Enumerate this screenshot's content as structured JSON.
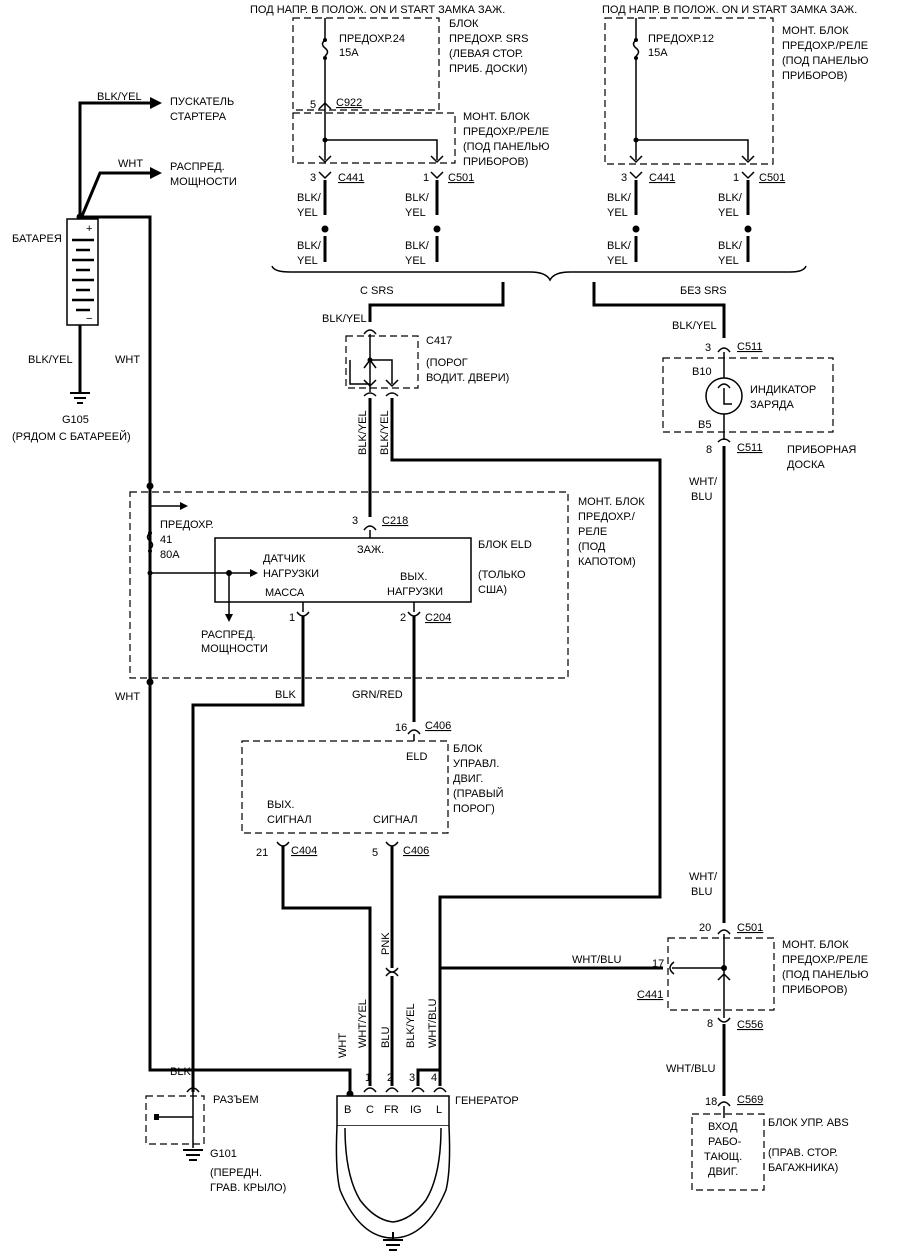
{
  "top": {
    "supply_left": "ПОД НАПР. В ПОЛОЖ. ON И START ЗАМКА ЗАЖ.",
    "supply_right": "ПОД НАПР. В ПОЛОЖ. ON И START ЗАМКА ЗАЖ."
  },
  "srs_box": {
    "line1": "БЛОК",
    "line2": "ПРЕДОХР. SRS",
    "line3": "(ЛЕВАЯ СТОР.",
    "line4": "ПРИБ. ДОСКИ)",
    "fuse_name": "ПРЕДОХР.24",
    "fuse_amp": "15A",
    "pin": "5",
    "connector": "C922"
  },
  "dash_box_left": {
    "line1": "МОНТ. БЛОК",
    "line2": "ПРЕДОХР./РЕЛЕ",
    "line3": "(ПОД ПАНЕЛЬЮ",
    "line4": "ПРИБОРОВ)"
  },
  "dash_box_right": {
    "line1": "МОНТ. БЛОК",
    "line2": "ПРЕДОХР./РЕЛЕ",
    "line3": "(ПОД ПАНЕЛЬЮ",
    "line4": "ПРИБОРОВ)",
    "fuse_name": "ПРЕДОХР.12",
    "fuse_amp": "15A"
  },
  "top_connectors": {
    "left_a_pin": "3",
    "left_a_conn": "C441",
    "left_b_pin": "1",
    "left_b_conn": "C501",
    "right_a_pin": "3",
    "right_a_conn": "C441",
    "right_b_pin": "1",
    "right_b_conn": "C501"
  },
  "wire_labels": {
    "blk": "BLK/",
    "yel": "YEL",
    "blk_yel": "BLK/YEL",
    "wht": "WHT",
    "wht_slash": "WHT/",
    "blu": "BLU",
    "wht_blu": "WHT/BLU",
    "blk_only": "BLK",
    "grn_red": "GRN/RED",
    "pnk": "PNK",
    "wht_yel": "WHT/YEL",
    "blk_yel_v": "BLK/YEL"
  },
  "variants": {
    "with_srs": "С SRS",
    "without_srs": "БЕЗ SRS"
  },
  "left_side": {
    "starter_1": "ПУСКАТЕЛЬ",
    "starter_2": "СТАРТЕРА",
    "power_dist_1": "РАСПРЕД.",
    "power_dist_2": "МОЩНОСТИ",
    "battery": "БАТАРЕЯ",
    "ground": "G105",
    "ground_note": "(РЯДОМ С БАТАРЕЕЙ)"
  },
  "c417": {
    "connector": "C417",
    "note_1": "(ПОРОГ",
    "note_2": "ВОДИТ. ДВЕРИ)"
  },
  "indicator": {
    "pin_top": "3",
    "conn_top": "C511",
    "code_top": "B10",
    "name_1": "ИНДИКАТОР",
    "name_2": "ЗАРЯДА",
    "code_bot": "B5",
    "pin_bot": "8",
    "conn_bot": "C511",
    "loc_1": "ПРИБОРНАЯ",
    "loc_2": "ДОСКА"
  },
  "underhood": {
    "line1": "МОНТ. БЛОК",
    "line2": "ПРЕДОХР./",
    "line3": "РЕЛЕ",
    "line4": "(ПОД",
    "line5": "КАПОТОМ)",
    "fuse_1": "ПРЕДОХР.",
    "fuse_2": "41",
    "fuse_3": "80A"
  },
  "eld": {
    "pin_top": "3",
    "conn_top": "C218",
    "ign": "ЗАЖ.",
    "title": "БЛОК ELD",
    "note_1": "(ТОЛЬКО",
    "note_2": "США)",
    "sensor_1": "ДАТЧИК",
    "sensor_2": "НАГРУЗКИ",
    "out_1": "ВЫХ.",
    "out_2": "НАГРУЗКИ",
    "gnd": "МАССА",
    "pin_gnd": "1",
    "pin_out": "2",
    "conn_out": "C204",
    "dist_1": "РАСПРЕД.",
    "dist_2": "МОЩНОСТИ"
  },
  "ecu": {
    "pin_top": "16",
    "conn_top": "C406",
    "eld": "ELD",
    "title_1": "БЛОК",
    "title_2": "УПРАВЛ.",
    "title_3": "ДВИГ.",
    "title_4": "(ПРАВЫЙ",
    "title_5": "ПОРОГ)",
    "out_1": "ВЫХ.",
    "out_2": "СИГНАЛ",
    "sig": "СИГНАЛ",
    "pin_a": "21",
    "conn_a": "C404",
    "pin_b": "5",
    "conn_b": "C406"
  },
  "bottom_right_box": {
    "pin_top": "20",
    "conn_top": "C501",
    "pin_side": "17",
    "conn_side": "C441",
    "pin_bot": "8",
    "conn_bot": "C556",
    "line1": "МОНТ. БЛОК",
    "line2": "ПРЕДОХР./РЕЛЕ",
    "line3": "(ПОД ПАНЕЛЬЮ",
    "line4": "ПРИБОРОВ)"
  },
  "abs": {
    "pin": "18",
    "conn": "C569",
    "title": "БЛОК УПР. ABS",
    "loc_1": "(ПРАВ. СТОР.",
    "loc_2": "БАГАЖНИКА)",
    "in_1": "ВХОД",
    "in_2": "РАБО-",
    "in_3": "ТАЮЩ.",
    "in_4": "ДВИГ."
  },
  "alternator": {
    "name": "ГЕНЕРАТОР",
    "pins": [
      "1",
      "2",
      "3",
      "4"
    ],
    "terminals": [
      "B",
      "C",
      "FR",
      "IG",
      "L"
    ]
  },
  "ground_g101": {
    "connector": "РАЗЪЕМ",
    "ground": "G101",
    "note_1": "(ПЕРЕДН.",
    "note_2": "ГРАВ. КРЫЛО)"
  }
}
